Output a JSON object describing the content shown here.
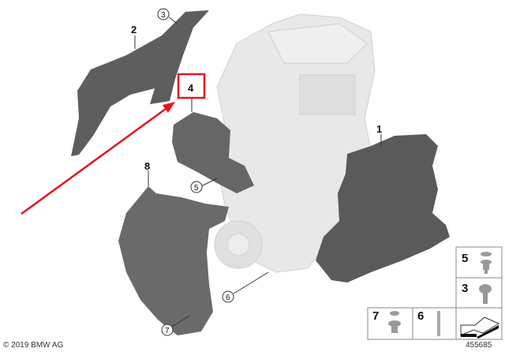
{
  "diagram": {
    "callouts": [
      {
        "id": "1",
        "style": "plain"
      },
      {
        "id": "2",
        "style": "plain"
      },
      {
        "id": "3",
        "style": "circled"
      },
      {
        "id": "4",
        "style": "plain",
        "highlighted": true
      },
      {
        "id": "5",
        "style": "circled"
      },
      {
        "id": "6",
        "style": "circled"
      },
      {
        "id": "7",
        "style": "circled"
      },
      {
        "id": "8",
        "style": "plain"
      }
    ],
    "legend": [
      {
        "id": "5"
      },
      {
        "id": "3"
      },
      {
        "id": "7"
      },
      {
        "id": "6"
      }
    ],
    "highlight_color": "#e8141c",
    "part_color": "#5a5a5a",
    "engine_color": "#e6e6e6"
  },
  "footer": {
    "copyright": "© 2019 BMW AG",
    "diagram_number": "455685"
  }
}
